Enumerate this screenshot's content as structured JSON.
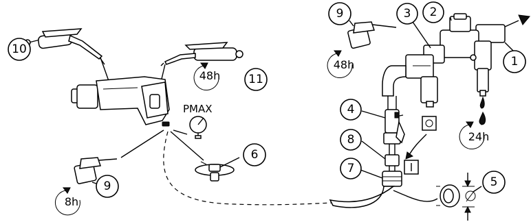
{
  "callouts": {
    "c1": "1",
    "c2": "2",
    "c3": "3",
    "c4": "4",
    "c5": "5",
    "c6": "6",
    "c7": "7",
    "c8": "8",
    "c9_left": "9",
    "c9_right": "9",
    "c10": "10",
    "c11": "11"
  },
  "intervals": {
    "gun_11": "48h",
    "oiler_right": "48h",
    "oiler_left": "8h",
    "drain": "24h"
  },
  "gauge_label": "PMAX",
  "icons": [
    "grease-gun-icon",
    "oil-can-icon",
    "impact-wrench-icon",
    "pressure-gauge-icon",
    "frl-unit-icon",
    "ball-valve-icon",
    "quick-coupler-icon",
    "hose-icon",
    "pulse-on-icon",
    "pulse-off-icon"
  ],
  "colors": {
    "line": "#000000",
    "background": "#ffffff"
  }
}
